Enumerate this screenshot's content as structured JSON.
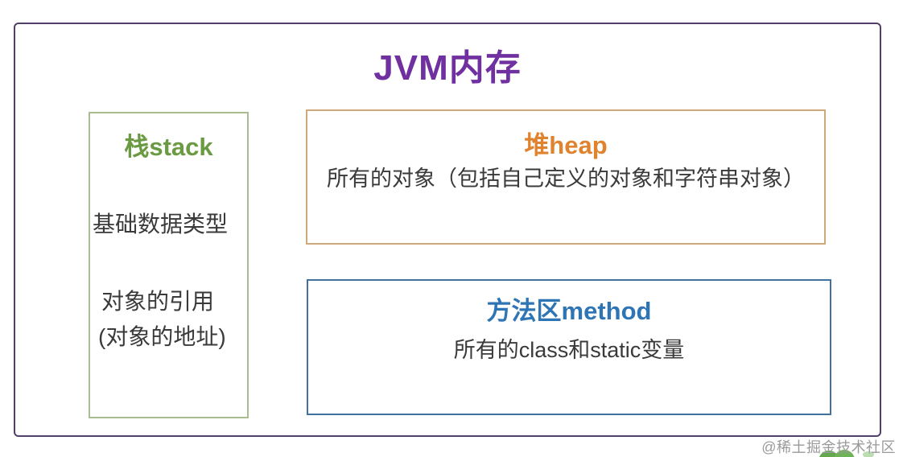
{
  "title": {
    "text": "JVM内存",
    "color": "#7030A0"
  },
  "boxes": {
    "stack": {
      "title": "栈stack",
      "title_color": "#6A9A41",
      "border_color": "#A9BD90",
      "items": [
        "基础数据类型",
        "对象的引用",
        "(对象的地址)"
      ]
    },
    "heap": {
      "title": "堆heap",
      "title_color": "#E0832F",
      "border_color": "#CDA97B",
      "body": "所有的对象（包括自己定义的对象和字符串对象）"
    },
    "method": {
      "title": "方法区method",
      "title_color": "#2E75B6",
      "border_color": "#41719C",
      "body": "所有的class和static变量"
    }
  },
  "watermark": "@稀土掘金技术社区",
  "colors": {
    "outer_border": "#53406A",
    "body_text": "#3A3A3A",
    "watermark_text": "#9A9A9A",
    "mascot_green": "#63A84C"
  }
}
